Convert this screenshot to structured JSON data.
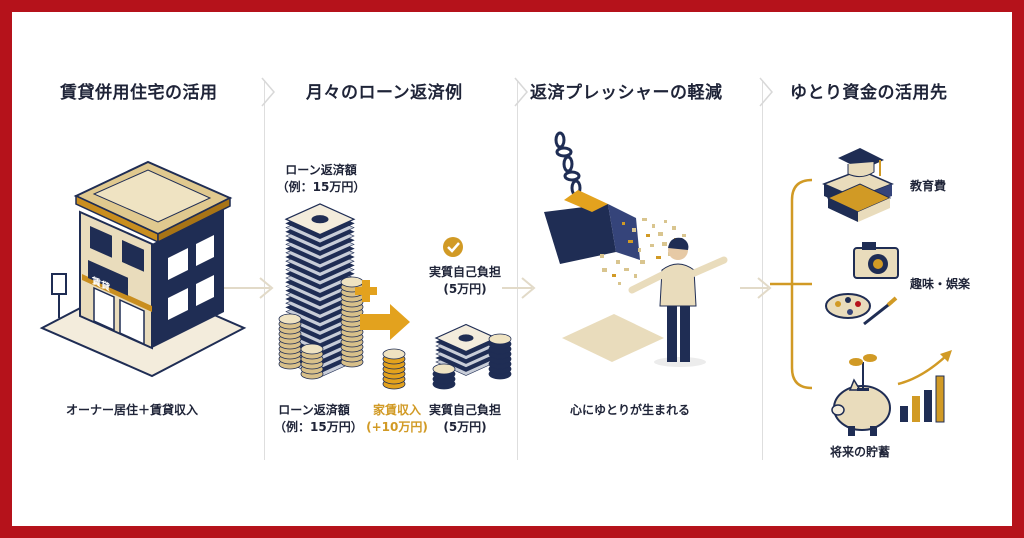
{
  "colors": {
    "frame": "#b5121b",
    "navy": "#1f2d54",
    "gold": "#d19a25",
    "beige": "#e4d6b6",
    "paper": "#ffffff"
  },
  "sections": [
    {
      "header": "賃貸併用住宅の活用",
      "caption": "オーナー居住＋賃貸収入"
    },
    {
      "header": "月々のローン返済例"
    },
    {
      "header": "返済プレッシャーの軽減",
      "caption": "心にゆとりが生まれる"
    },
    {
      "header": "ゆとり資金の活用先"
    }
  ],
  "building": {
    "sign": "賃貸"
  },
  "loan": {
    "top_label": "ローン返済額",
    "top_example": "（例：15万円）",
    "bottom_label": "ローン返済額",
    "bottom_example": "（例：15万円）",
    "rent_label": "家賃収入",
    "rent_amount": "(+10万円)",
    "burden_top_label": "実質自己負担",
    "burden_top_amount": "(5万円)",
    "burden_bottom_label": "実質自己負担",
    "burden_bottom_amount": "(5万円)",
    "plus_symbol": "+"
  },
  "uses": [
    {
      "label": "教育費",
      "icon": "graduation-books-icon"
    },
    {
      "label": "趣味・娯楽",
      "icon": "camera-palette-icon"
    },
    {
      "label": "将来の貯蓄",
      "icon": "piggy-bank-icon"
    }
  ]
}
